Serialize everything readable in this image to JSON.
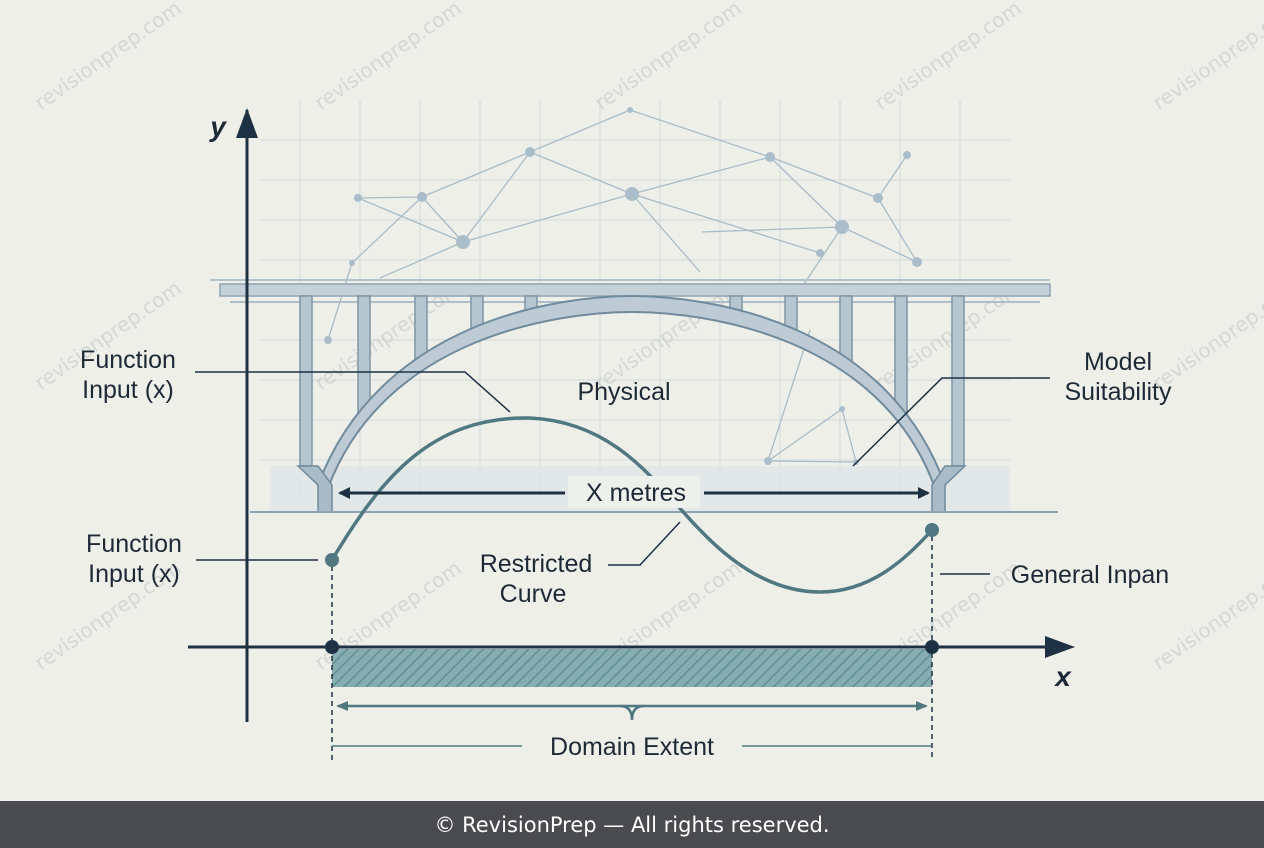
{
  "labels": {
    "y_axis": "y",
    "x_axis": "x",
    "function_input_top_line1": "Function",
    "function_input_top_line2": "Input (x)",
    "physical": "Physical",
    "model_suitability_line1": "Model",
    "model_suitability_line2": "Suitability",
    "x_metres": "X metres",
    "function_input_bottom_line1": "Function",
    "function_input_bottom_line2": "Input (x)",
    "restricted_curve_line1": "Restricted",
    "restricted_curve_line2": "Curve",
    "general_input": "General Inpan",
    "domain_extent": "Domain Extent"
  },
  "watermark": "revisionprep.com",
  "footer": "© RevisionPrep — All rights reserved.",
  "colors": {
    "background": "#efefe9",
    "axis": "#1d3142",
    "curve": "#4f7880",
    "bridge": "#8ea4b4",
    "domain_fill": "#7fa8ad",
    "footer_bg": "#4a4b4e"
  }
}
